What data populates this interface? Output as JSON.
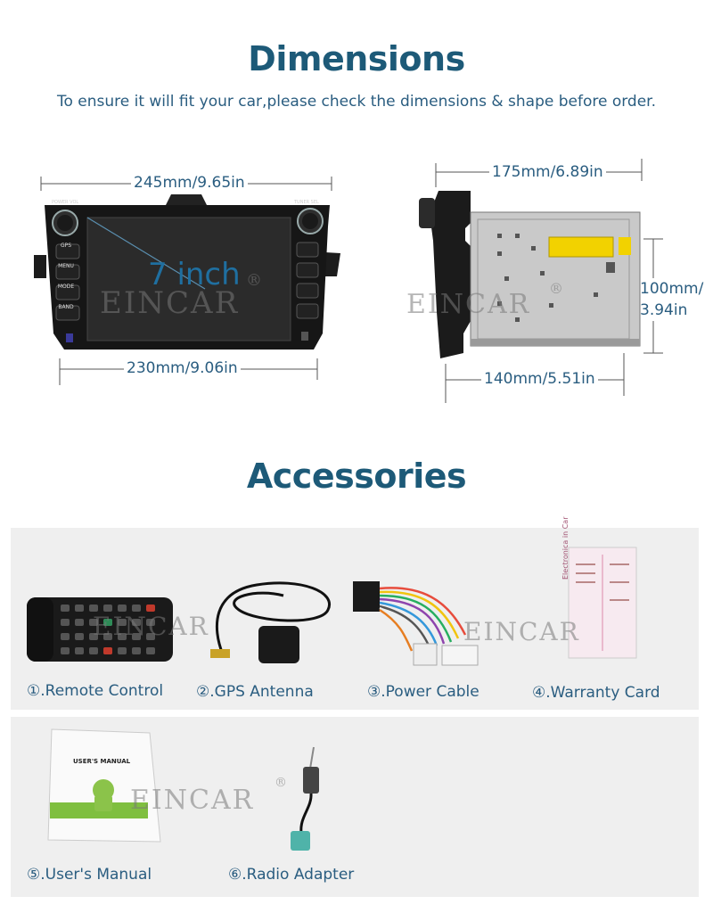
{
  "dimensions": {
    "title": "Dimensions",
    "subtitle": "To ensure it will fit your car,please check the dimensions & shape before order.",
    "front": {
      "width_top": "245mm/9.65in",
      "width_bottom": "230mm/9.06in",
      "screen_size": "7 inch",
      "buttons": [
        "GPS",
        "MENU",
        "MODE",
        "BAND"
      ],
      "top_left_label": "POWER VOL",
      "top_right_label": "TUNER SEL"
    },
    "side": {
      "depth_top": "175mm/6.89in",
      "depth_bottom": "140mm/5.51in",
      "height_line1": "100mm/",
      "height_line2": "3.94in"
    }
  },
  "watermark": {
    "text": "EINCAR",
    "mark": "®"
  },
  "accessories": {
    "title": "Accessories",
    "items": [
      {
        "label": "①.Remote Control"
      },
      {
        "label": "②.GPS Antenna"
      },
      {
        "label": "③.Power Cable"
      },
      {
        "label": "④.Warranty Card"
      },
      {
        "label": "⑤.User's Manual"
      },
      {
        "label": "⑥.Radio Adapter"
      }
    ],
    "manual_cover_text": "USER'S MANUAL",
    "card_text": "Electronica in Car"
  },
  "colors": {
    "heading": "#1d5a78",
    "text": "#2a5d80",
    "panel": "#efefef"
  }
}
